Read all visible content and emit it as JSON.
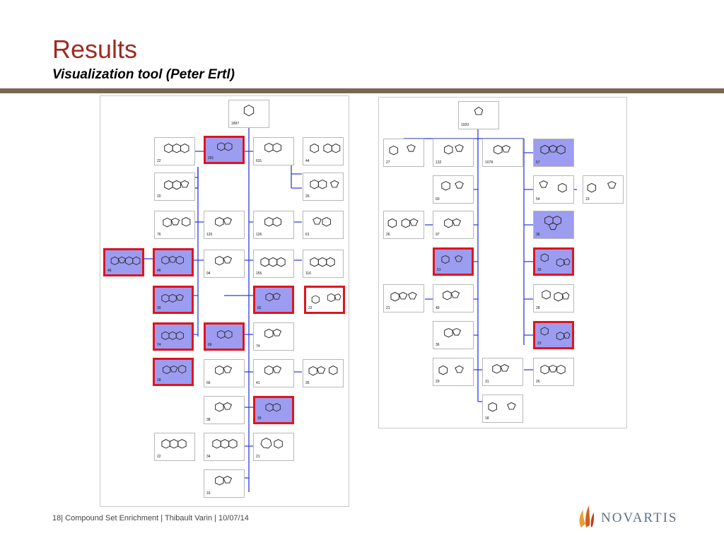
{
  "slide": {
    "title": "Results",
    "subtitle": "Visualization tool (Peter Ertl)"
  },
  "footer": {
    "page": "18",
    "text": "| Compound Set Enrichment | Thibault Varin | 10/07/14"
  },
  "brand": {
    "name": "NOVARTIS",
    "accent": "#9e2a20",
    "rule_color": "#7a6650",
    "highlight": "#9c9cf0",
    "selected_border": "#e0141c",
    "tree_line": "#2d3de0"
  },
  "left_tree": {
    "nodes": [
      {
        "id": "L0",
        "count": "1897",
        "highlight": false,
        "selected": false
      },
      {
        "id": "L1",
        "count": "22",
        "highlight": false,
        "selected": false
      },
      {
        "id": "L2",
        "count": "291",
        "highlight": true,
        "selected": true
      },
      {
        "id": "L3",
        "count": "631",
        "highlight": false,
        "selected": false
      },
      {
        "id": "L4",
        "count": "44",
        "highlight": false,
        "selected": false
      },
      {
        "id": "L5",
        "count": "20",
        "highlight": false,
        "selected": false
      },
      {
        "id": "L6",
        "count": "26",
        "highlight": false,
        "selected": false
      },
      {
        "id": "L7",
        "count": "76",
        "highlight": false,
        "selected": false
      },
      {
        "id": "L8",
        "count": "120",
        "highlight": false,
        "selected": false
      },
      {
        "id": "L9",
        "count": "126",
        "highlight": false,
        "selected": false
      },
      {
        "id": "L10",
        "count": "61",
        "highlight": false,
        "selected": false
      },
      {
        "id": "L11",
        "count": "46",
        "highlight": true,
        "selected": true
      },
      {
        "id": "L12",
        "count": "46",
        "highlight": true,
        "selected": true
      },
      {
        "id": "L13",
        "count": "94",
        "highlight": false,
        "selected": false
      },
      {
        "id": "L14",
        "count": "155",
        "highlight": false,
        "selected": false
      },
      {
        "id": "L15",
        "count": "116",
        "highlight": false,
        "selected": false
      },
      {
        "id": "L16",
        "count": "39",
        "highlight": true,
        "selected": true
      },
      {
        "id": "L17",
        "count": "82",
        "highlight": true,
        "selected": true
      },
      {
        "id": "L18",
        "count": "22",
        "highlight": false,
        "selected": true
      },
      {
        "id": "L19",
        "count": "74",
        "highlight": true,
        "selected": true
      },
      {
        "id": "L20",
        "count": "66",
        "highlight": true,
        "selected": true
      },
      {
        "id": "L21",
        "count": "74",
        "highlight": false,
        "selected": false
      },
      {
        "id": "L22",
        "count": "18",
        "highlight": true,
        "selected": true
      },
      {
        "id": "L23",
        "count": "66",
        "highlight": false,
        "selected": false
      },
      {
        "id": "L24",
        "count": "41",
        "highlight": false,
        "selected": false
      },
      {
        "id": "L25",
        "count": "35",
        "highlight": false,
        "selected": false
      },
      {
        "id": "L26",
        "count": "38",
        "highlight": false,
        "selected": false
      },
      {
        "id": "L27",
        "count": "39",
        "highlight": true,
        "selected": true
      },
      {
        "id": "L28",
        "count": "22",
        "highlight": false,
        "selected": false
      },
      {
        "id": "L29",
        "count": "34",
        "highlight": false,
        "selected": false
      },
      {
        "id": "L30",
        "count": "21",
        "highlight": false,
        "selected": false
      },
      {
        "id": "L31",
        "count": "16",
        "highlight": false,
        "selected": false
      }
    ]
  },
  "right_tree": {
    "nodes": [
      {
        "id": "R0",
        "count": "1920",
        "highlight": false,
        "selected": false
      },
      {
        "id": "R1",
        "count": "27",
        "highlight": false,
        "selected": false
      },
      {
        "id": "R2",
        "count": "132",
        "highlight": false,
        "selected": false
      },
      {
        "id": "R3",
        "count": "1078",
        "highlight": false,
        "selected": false
      },
      {
        "id": "R4",
        "count": "57",
        "highlight": true,
        "selected": false
      },
      {
        "id": "R5",
        "count": "60",
        "highlight": false,
        "selected": false
      },
      {
        "id": "R6",
        "count": "54",
        "highlight": false,
        "selected": false
      },
      {
        "id": "R7",
        "count": "19",
        "highlight": false,
        "selected": false
      },
      {
        "id": "R8",
        "count": "26",
        "highlight": false,
        "selected": false
      },
      {
        "id": "R9",
        "count": "97",
        "highlight": false,
        "selected": false
      },
      {
        "id": "R10",
        "count": "36",
        "highlight": true,
        "selected": false
      },
      {
        "id": "R11",
        "count": "51",
        "highlight": true,
        "selected": true
      },
      {
        "id": "R12",
        "count": "33",
        "highlight": true,
        "selected": true
      },
      {
        "id": "R13",
        "count": "21",
        "highlight": false,
        "selected": false
      },
      {
        "id": "R14",
        "count": "49",
        "highlight": false,
        "selected": false
      },
      {
        "id": "R15",
        "count": "28",
        "highlight": false,
        "selected": false
      },
      {
        "id": "R16",
        "count": "36",
        "highlight": false,
        "selected": false
      },
      {
        "id": "R17",
        "count": "23",
        "highlight": true,
        "selected": true
      },
      {
        "id": "R18",
        "count": "29",
        "highlight": false,
        "selected": false
      },
      {
        "id": "R19",
        "count": "31",
        "highlight": false,
        "selected": false
      },
      {
        "id": "R20",
        "count": "26",
        "highlight": false,
        "selected": false
      },
      {
        "id": "R21",
        "count": "18",
        "highlight": false,
        "selected": false
      }
    ]
  }
}
